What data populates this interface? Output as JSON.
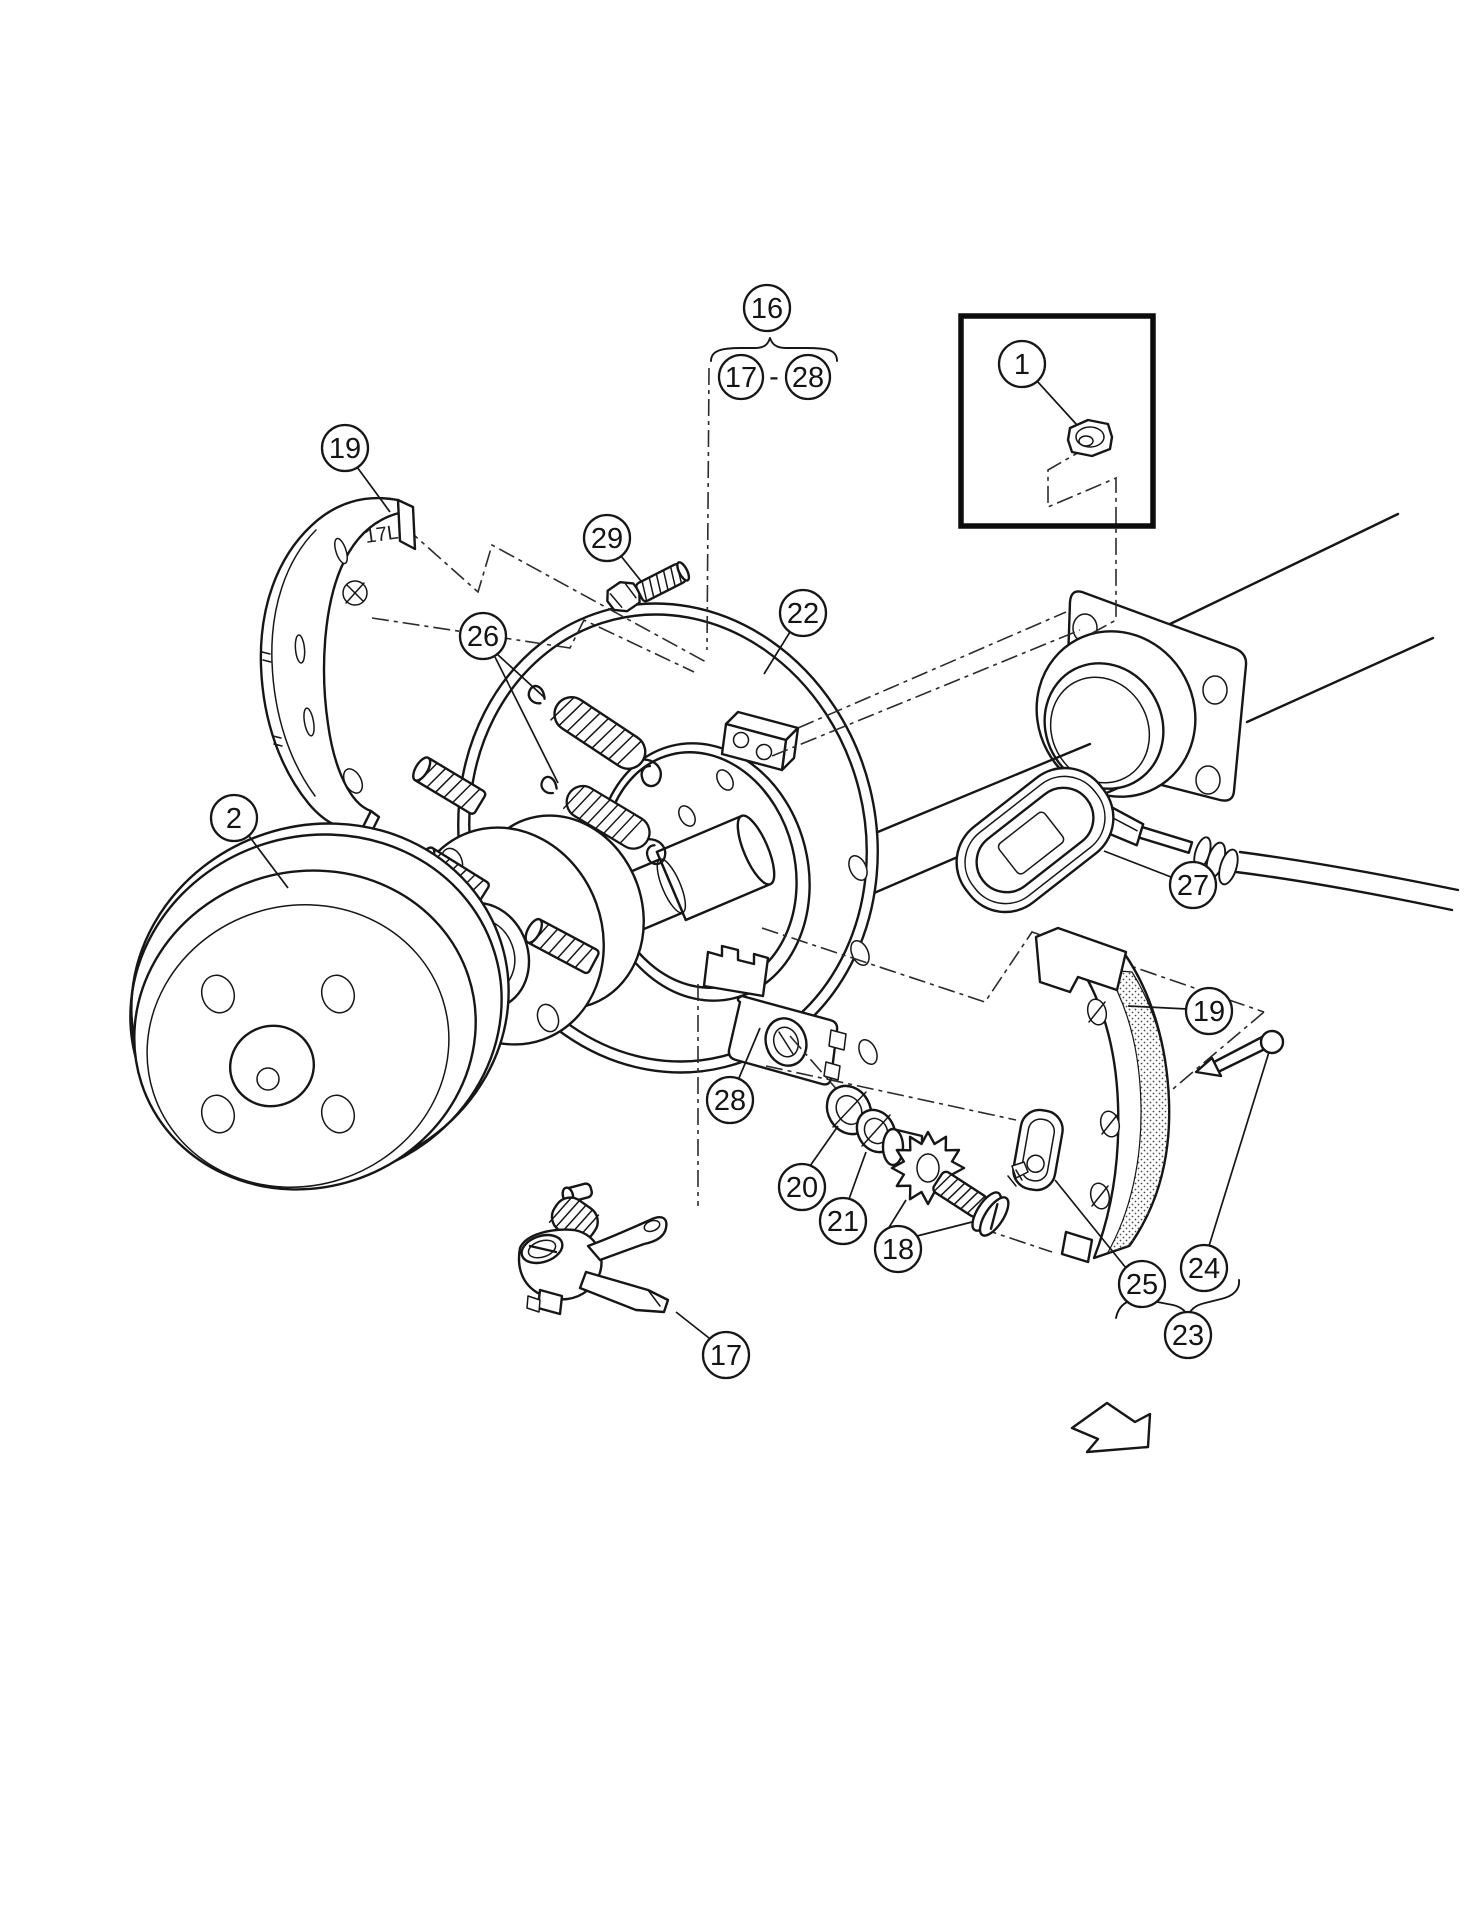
{
  "colors": {
    "background": "#ffffff",
    "line_art": "#161616"
  },
  "callouts": {
    "group16": "16",
    "range_start_17": "17",
    "range_dash": "-",
    "range_end_28": "28",
    "item1_axle_nut": "1",
    "item19_left_shoe": "19",
    "item29_bolt": "29",
    "item26_springs": "26",
    "item22_backing_plate": "22",
    "item2_brake_drum": "2",
    "item27_grommet": "27",
    "item19_right_shoe": "19",
    "item28_wheel_cylinder": "28",
    "item20_washer": "20",
    "item21_washer": "21",
    "item18_adjuster": "18",
    "item25_retainer_clip": "25",
    "item24_anchor_pin": "24",
    "item23_shoe_kit": "23",
    "item17_lever_assembly": "17"
  },
  "stamps": {
    "shoe_mark": "17L"
  }
}
